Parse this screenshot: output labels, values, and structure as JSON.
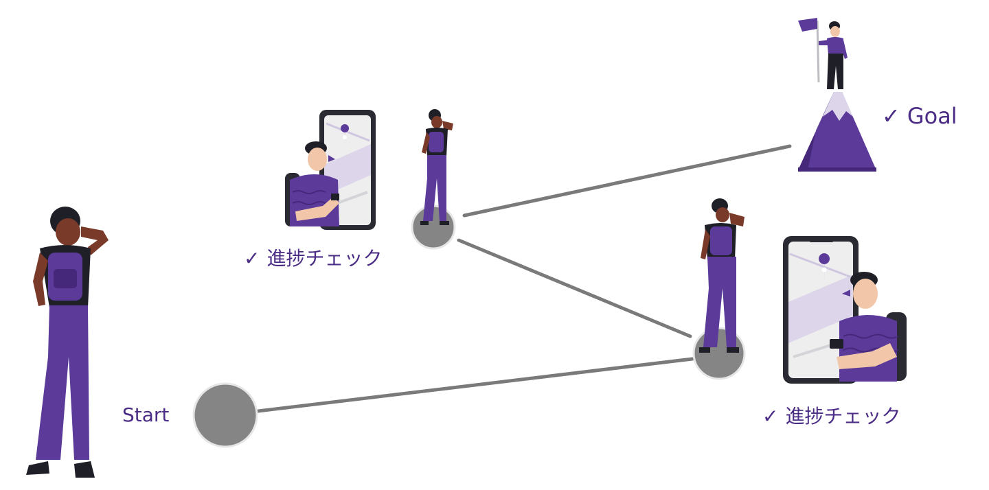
{
  "labels": {
    "start": "Start",
    "check_1": "進捗チェック",
    "check_2": "進捗チェック",
    "goal": "Goal",
    "check_mark": "✓"
  },
  "colors": {
    "accent": "#4b2d86",
    "purple": "#5b3a9a",
    "purple_dark": "#45287a",
    "node_gray": "#858585",
    "edge_gray": "#7a7a7a",
    "skin": "#7a3a2a",
    "skin_light": "#f2c6a8",
    "hair": "#1f1f28"
  },
  "icons": [
    "check-icon",
    "smartphone-map-icon",
    "location-pin-icon",
    "mountain-icon",
    "flag-icon",
    "person-icon"
  ]
}
